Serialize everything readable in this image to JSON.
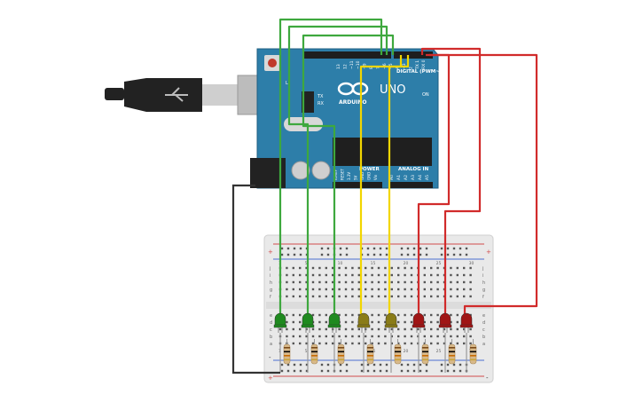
{
  "board": {
    "brand": "ARDUINO",
    "model": "UNO",
    "digital_label": "DIGITAL (PWM~)",
    "analog_label": "ANALOG IN",
    "power_label": "POWER",
    "on_label": "ON",
    "tx_label": "TX",
    "rx_label": "RX",
    "l_label": "L",
    "aref_label": "AREF",
    "gnd_label": "GND",
    "pin_labels": [
      "13",
      "12",
      "~11",
      "~10",
      "~9",
      "8",
      "7",
      "~6",
      "~5",
      "4",
      "~3",
      "2",
      "TX 1",
      "RX 0"
    ],
    "power_pins": [
      "IOREF",
      "RESET",
      "3.3V",
      "5V",
      "GND",
      "GND",
      "Vin"
    ],
    "analog_pins": [
      "A0",
      "A1",
      "A2",
      "A3",
      "A4",
      "A5"
    ],
    "color": "#2d7ea9"
  },
  "breadboard": {
    "plus": "+",
    "minus": "-",
    "rows_top": [
      "j",
      "i",
      "h",
      "g",
      "f"
    ],
    "rows_bottom": [
      "e",
      "d",
      "c",
      "b",
      "a"
    ],
    "col_labels": [
      "1",
      "5",
      "10",
      "15",
      "20",
      "25",
      "30"
    ]
  },
  "leds": [
    {
      "color": "#1f8a1f"
    },
    {
      "color": "#1f8a1f"
    },
    {
      "color": "#1f8a1f"
    },
    {
      "color": "#8a7c18"
    },
    {
      "color": "#8a7c18"
    },
    {
      "color": "#a01515"
    },
    {
      "color": "#a01515"
    },
    {
      "color": "#a01515"
    }
  ],
  "wires": {
    "green": "#3ea83e",
    "yellow": "#f2d600",
    "red": "#d12b2b",
    "black": "#333333"
  }
}
